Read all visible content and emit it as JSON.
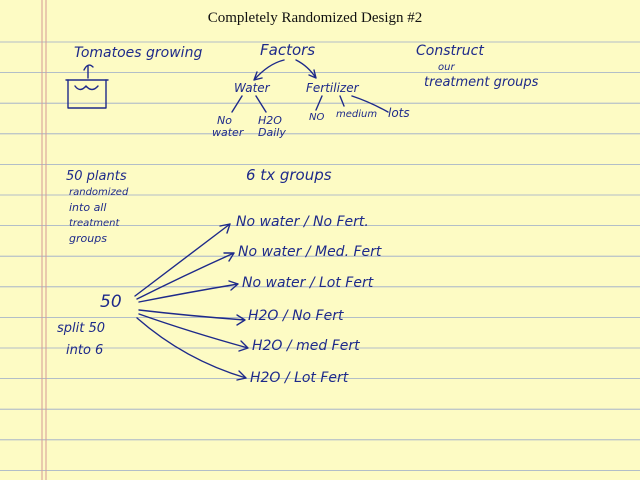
{
  "title": "Completely Randomized Design #2",
  "notes": {
    "tomatoes": "Tomatoes growing",
    "factors": "Factors",
    "construct": [
      "Construct",
      "our",
      "treatment groups"
    ],
    "water": "Water",
    "fertilizer": "Fertilizer",
    "no_water": [
      "No",
      "water"
    ],
    "h2o_daily": [
      "H2O",
      "Daily"
    ],
    "no": "NO",
    "medium": "medium",
    "lots": "lots",
    "plants": [
      "50 plants",
      "randomized",
      "into all",
      "treatment",
      "groups"
    ],
    "tx_groups": "6 tx groups",
    "fifty": "50",
    "split": [
      "split 50",
      "into 6"
    ]
  },
  "groups": [
    "No water / No Fert.",
    "No water / Med. Fert",
    "No water / Lot Fert",
    "H2O / No Fert",
    "H2O / med Fert",
    "H2O / Lot Fert"
  ]
}
